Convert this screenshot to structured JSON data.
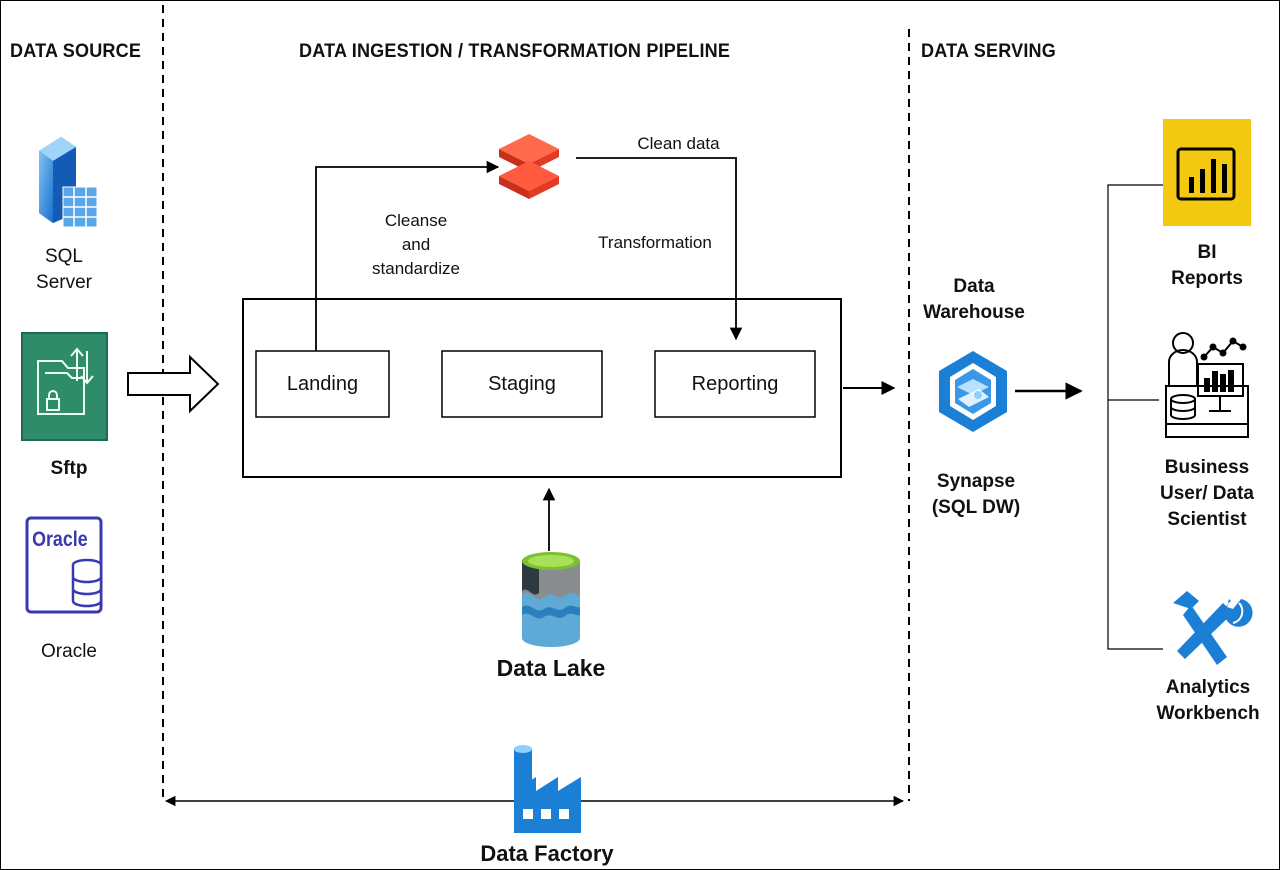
{
  "sections": {
    "source": "DATA SOURCE",
    "pipeline": "DATA INGESTION / TRANSFORMATION PIPELINE",
    "serving": "DATA SERVING"
  },
  "sources": {
    "sql_line1": "SQL",
    "sql_line2": "Server",
    "sftp": "Sftp",
    "oracle": "Oracle",
    "oracle_logo": "Oracle"
  },
  "pipeline": {
    "stages": [
      "Landing",
      "Staging",
      "Reporting"
    ],
    "cleanse_line1": "Cleanse",
    "cleanse_line2": "and",
    "cleanse_line3": "standardize",
    "clean_data": "Clean data",
    "transformation": "Transformation",
    "data_lake": "Data Lake"
  },
  "serving": {
    "dw_line1": "Data",
    "dw_line2": "Warehouse",
    "synapse_line1": "Synapse",
    "synapse_line2": "(SQL DW)"
  },
  "consumers": {
    "bi_line1": "BI",
    "bi_line2": "Reports",
    "bu_line1": "Business",
    "bu_line2": "User/ Data",
    "bu_line3": "Scientist",
    "aw_line1": "Analytics",
    "aw_line2": "Workbench"
  },
  "footer": {
    "data_factory": "Data Factory"
  },
  "colors": {
    "databricks_red": "#e8412c",
    "powerbi_yellow": "#f2c811",
    "sftp_green": "#2e8c6a",
    "oracle_purple": "#3a3ab0",
    "azure_blue": "#1c7fd6"
  }
}
